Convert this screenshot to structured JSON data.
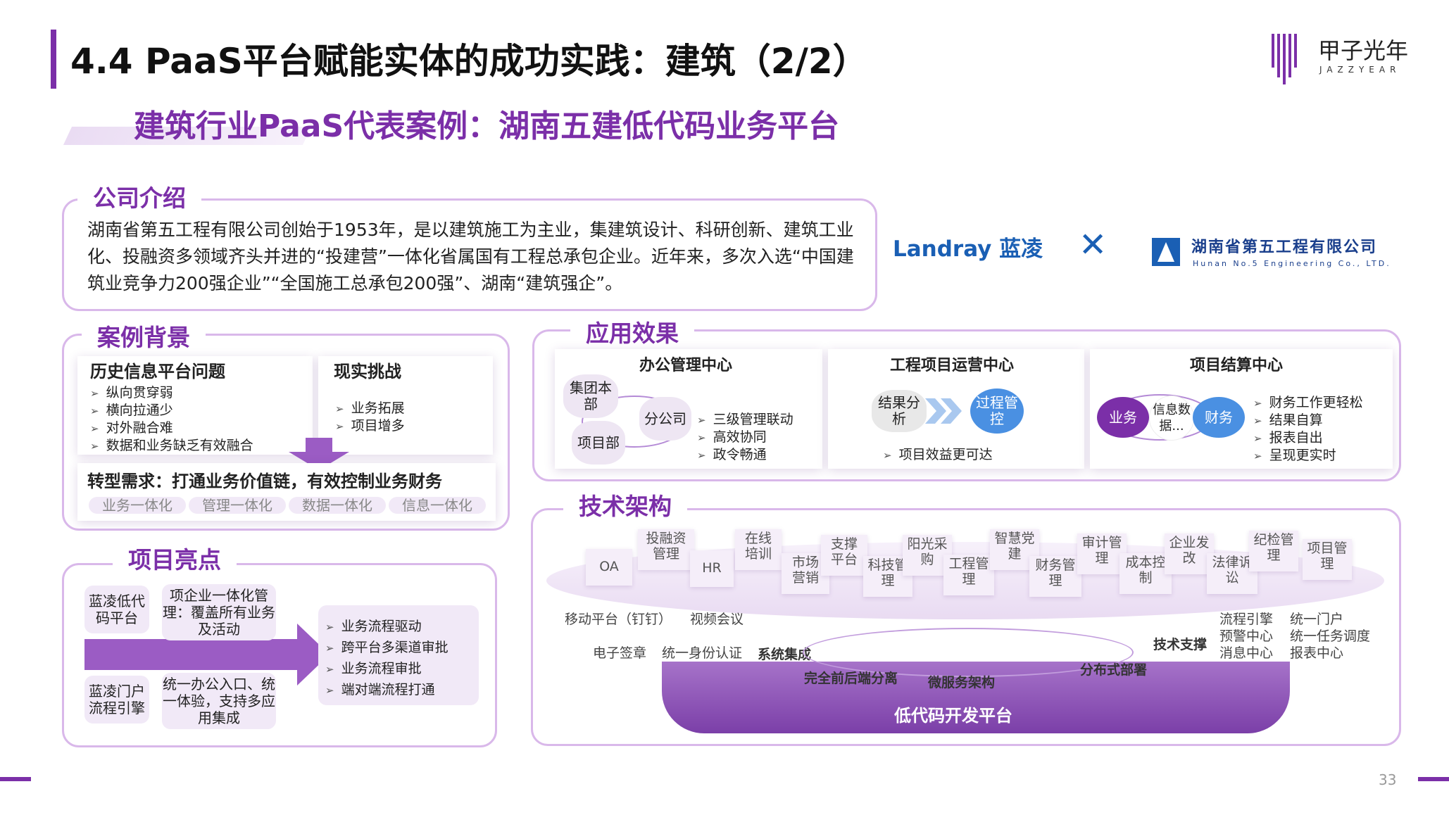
{
  "header": {
    "title": "4.4 PaaS平台赋能实体的成功实践：建筑（2/2）",
    "subtitle": "建筑行业PaaS代表案例：湖南五建低代码业务平台",
    "brand_cn": "甲子光年",
    "brand_en": "JAZZYEAR",
    "page_number": "33"
  },
  "company": {
    "title": "公司介绍",
    "text": "湖南省第五工程有限公司创始于1953年，是以建筑施工为主业，集建筑设计、科研创新、建筑工业化、投融资多领域齐头并进的“投建营”一体化省属国有工程总承包企业。近年来，多次入选“中国建筑业竞争力200强企业”“全国施工总承包200强”、湖南“建筑强企”。"
  },
  "partners": {
    "landray": "Landray 蓝凌",
    "cross": "✕",
    "hunan_cn": "湖南省第五工程有限公司",
    "hunan_en": "Hunan No.5 Engineering Co., LTD."
  },
  "background": {
    "title": "案例背景",
    "history_title": "历史信息平台问题",
    "history_items": [
      "纵向贯穿弱",
      "横向拉通少",
      "对外融合难",
      "数据和业务缺乏有效融合"
    ],
    "challenge_title": "现实挑战",
    "challenge_items": [
      "业务拓展",
      "项目增多"
    ],
    "demand": "转型需求：打通业务价值链，有效控制业务财务",
    "tags": [
      "业务一体化",
      "管理一体化",
      "数据一体化",
      "信息一体化"
    ]
  },
  "effects": {
    "title": "应用效果",
    "office": {
      "title": "办公管理中心",
      "b1": "集团本部",
      "b2": "分公司",
      "b3": "项目部",
      "items": [
        "三级管理联动",
        "高效协同",
        "政令畅通"
      ]
    },
    "project": {
      "title": "工程项目运营中心",
      "b1": "结果分析",
      "b2": "过程管控",
      "item": "项目效益更可达"
    },
    "settle": {
      "title": "项目结算中心",
      "b1": "业务",
      "b2": "信息数据...",
      "b3": "财务",
      "items": [
        "财务工作更轻松",
        "结果自算",
        "报表自出",
        "呈现更实时"
      ]
    }
  },
  "highlights": {
    "title": "项目亮点",
    "left1": "蓝凌低代码平台",
    "left2": "蓝凌门户流程引擎",
    "mid1": "项企业一体化管理：覆盖所有业务及活动",
    "mid2": "统一办公入口、统一体验，支持多应用集成",
    "items": [
      "业务流程驱动",
      "跨平台多渠道审批",
      "业务流程审批",
      "端对端流程打通"
    ]
  },
  "tech": {
    "title": "技术架构",
    "apps": [
      "OA",
      "投融资管理",
      "HR",
      "在线培训",
      "市场营销",
      "支撑平台",
      "科技管理",
      "阳光采购",
      "工程管理",
      "智慧党建",
      "财务管理",
      "审计管理",
      "成本控制",
      "企业发改",
      "法律诉讼",
      "纪检管理",
      "项目管理"
    ],
    "left_a": "移动平台（钉钉）",
    "left_b": "视频会议",
    "left_c": "电子签章",
    "left_d": "统一身份认证",
    "left_e": "系统集成",
    "right_a": "流程引擎",
    "right_b": "统一门户",
    "right_c": "预警中心",
    "right_d": "统一任务调度",
    "right_e": "消息中心",
    "right_f": "报表中心",
    "right_g": "技术支撑",
    "ring1": "完全前后端分离",
    "ring2": "微服务架构",
    "ring3": "分布式部署",
    "base": "低代码开发平台"
  }
}
